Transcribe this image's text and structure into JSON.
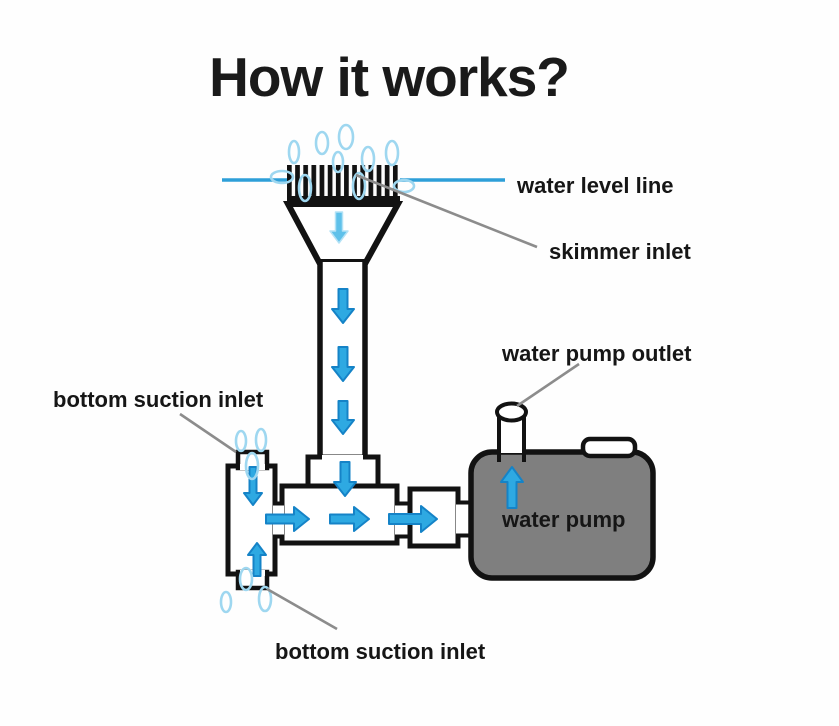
{
  "title": "How it works?",
  "labels": {
    "water_level_line": "water level line",
    "skimmer_inlet": "skimmer inlet",
    "water_pump_outlet": "water pump outlet",
    "bottom_suction_inlet_left": "bottom suction inlet",
    "bottom_suction_inlet_bottom": "bottom suction inlet",
    "water_pump": "water pump"
  },
  "colors": {
    "arrow_blue": "#2ea9e2",
    "arrow_stroke_blue": "#1583c7",
    "funnel_arrow_blue": "#5fc1ea",
    "water_line_blue": "#2e9fd8",
    "bubble_blue": "#9ed7f0",
    "pump_gray": "#7f7f7f",
    "outline_black": "#121212",
    "leader_gray": "#8c8c8c",
    "text_black": "#161616"
  }
}
